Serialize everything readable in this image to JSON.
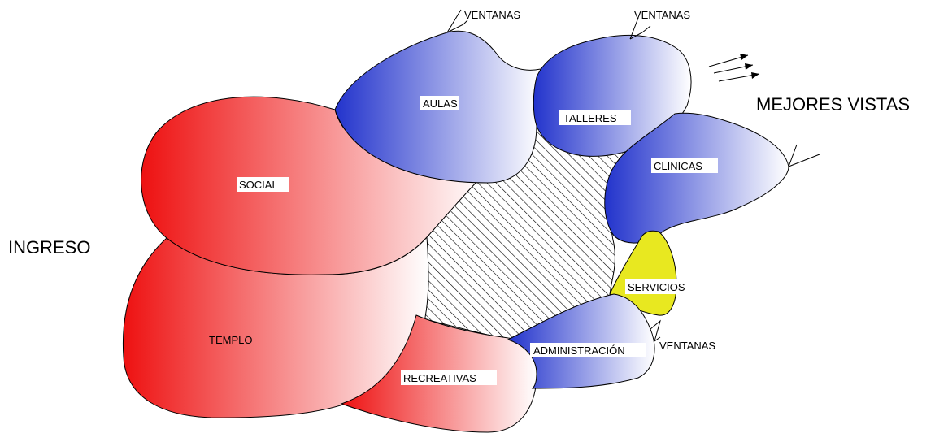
{
  "labels": {
    "ingreso": "INGRESO",
    "mejores_vistas": "MEJORES VISTAS"
  },
  "zones": {
    "social": "SOCIAL",
    "templo": "TEMPLO",
    "recreativas": "RECREATIVAS",
    "aulas": "AULAS",
    "talleres": "TALLERES",
    "clinicas": "CLINICAS",
    "servicios": "SERVICIOS",
    "administracion": "ADMINISTRACIÓN"
  },
  "ventanas": [
    "VENTANAS",
    "VENTANAS",
    "VENTANAS"
  ],
  "colors": {
    "public_red": "#ee1111",
    "academic_blue": "#2233cc",
    "services_yellow": "#e8e820",
    "fade_white": "#ffffff"
  }
}
